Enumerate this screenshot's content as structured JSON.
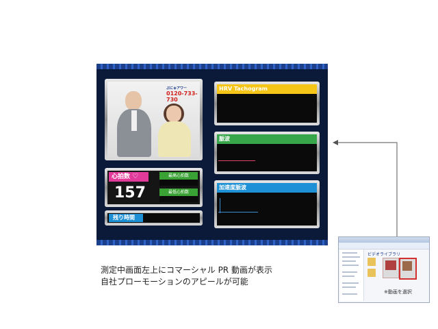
{
  "screen": {
    "video": {
      "overlay_top": "ぷにゅアワー",
      "overlay_phone": "0120-733-730"
    },
    "panels": {
      "hrv": {
        "title": "HRV Tachogram",
        "color": "#f5c518"
      },
      "pulse": {
        "title": "脈波",
        "color": "#37a64a"
      },
      "accel": {
        "title": "加速度脈波",
        "color": "#1e90d6"
      }
    },
    "heart_rate": {
      "label": "心拍数",
      "heart_icon": "heart-icon",
      "value": "157",
      "max_label": "最高心拍数",
      "min_label": "最低心拍数"
    },
    "remaining": {
      "label": "残り時間"
    }
  },
  "caption": {
    "line1": "測定中画面左上にコマーシャル PR 動画が表示",
    "line2": "自社プローモーションのアピールが可能"
  },
  "dialog": {
    "folder_title": "ビデオライブラリ",
    "note": "※動画を選択",
    "arrow_icon": "arrow-left-icon"
  }
}
